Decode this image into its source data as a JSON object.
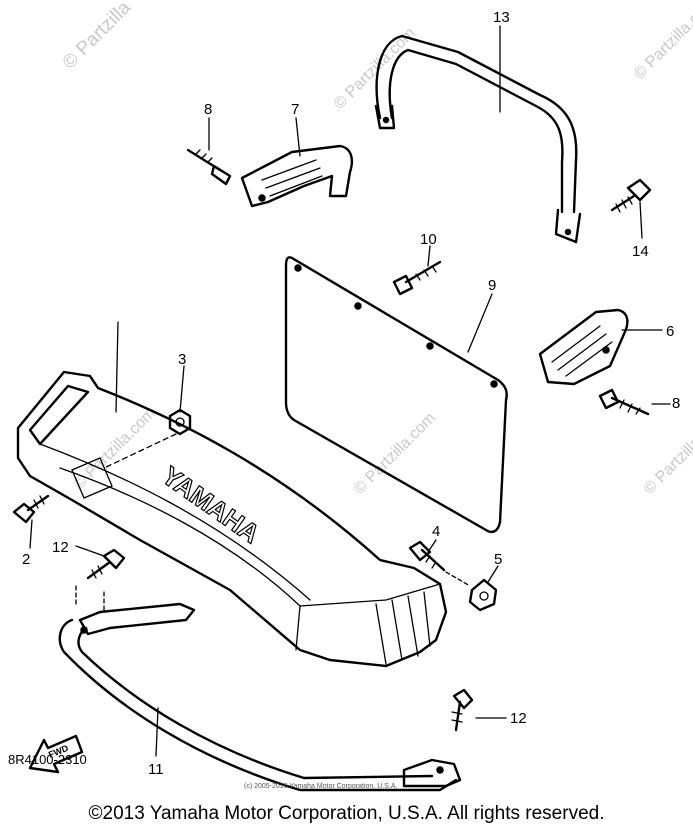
{
  "watermark": {
    "corner_text": "© Partzilla",
    "diagonal_text": "© Partzilla.com"
  },
  "bumper_brand_text": "YAMAHA",
  "fwd_arrow_text": "FWD",
  "callouts": {
    "c13": "13",
    "c8_top": "8",
    "c7": "7",
    "c14": "14",
    "c10": "10",
    "c9": "9",
    "c6": "6",
    "c8_right": "8",
    "c3": "3",
    "c4": "4",
    "c5": "5",
    "c2": "2",
    "c12_left": "12",
    "c12_right": "12",
    "c11": "11"
  },
  "diagram_code": "8R4100-2310",
  "tiny_copyright": "(c) 2005-2016 Yamaha Motor Corporation, U.S.A.",
  "footer_copyright": "©2013 Yamaha Motor Corporation, U.S.A. All rights reserved."
}
